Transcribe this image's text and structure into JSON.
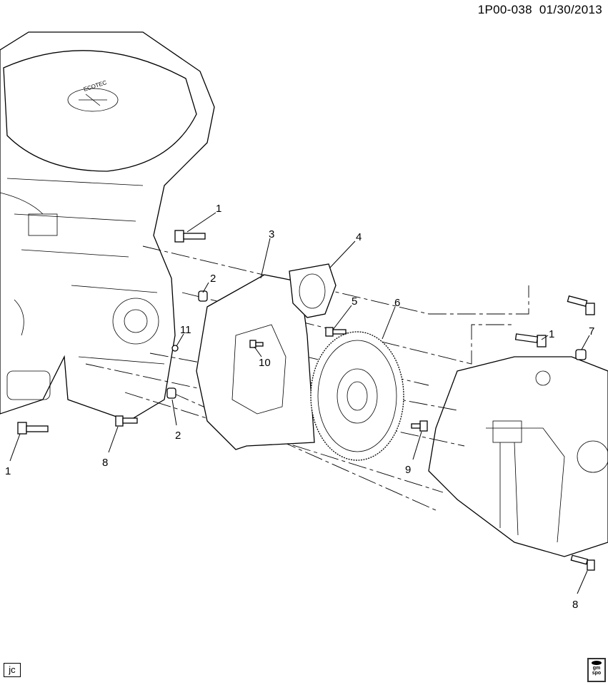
{
  "header": {
    "diagram_id": "1P00-038",
    "date": "01/30/2013"
  },
  "callouts": [
    {
      "number": "1"
    },
    {
      "number": "2"
    },
    {
      "number": "3"
    },
    {
      "number": "4"
    },
    {
      "number": "5"
    },
    {
      "number": "6"
    },
    {
      "number": "7"
    },
    {
      "number": "1"
    },
    {
      "number": "11"
    },
    {
      "number": "10"
    },
    {
      "number": "2"
    },
    {
      "number": "9"
    },
    {
      "number": "8"
    },
    {
      "number": "1"
    },
    {
      "number": "8"
    }
  ],
  "engine_cover_text": "ECOTEC",
  "footer": {
    "author_initials": "jc",
    "logo_text": "gm spo"
  }
}
